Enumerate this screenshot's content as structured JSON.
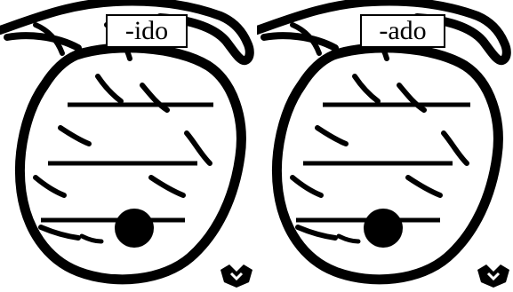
{
  "panels": [
    {
      "suffix": "-ido",
      "icon": "beehive-icon",
      "blanks": 3
    },
    {
      "suffix": "-ado",
      "icon": "beehive-icon",
      "blanks": 3
    }
  ]
}
